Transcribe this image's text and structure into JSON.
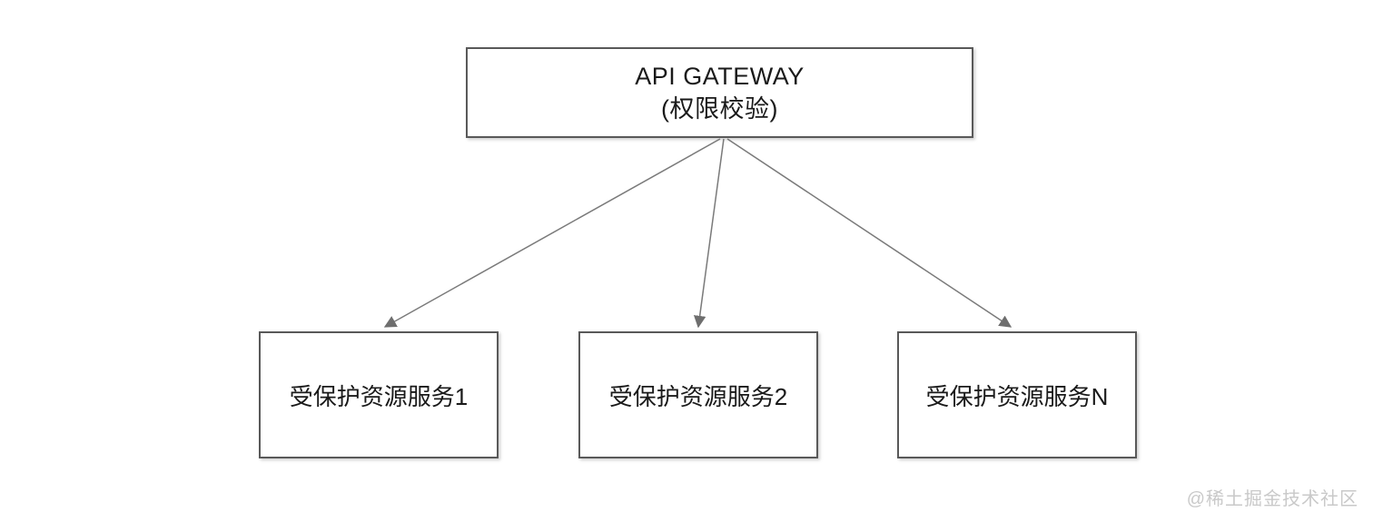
{
  "diagram": {
    "gateway_node": {
      "line1": "API GATEWAY",
      "line2": "(权限校验)"
    },
    "service_nodes": [
      {
        "label": "受保护资源服务1"
      },
      {
        "label": "受保护资源服务2"
      },
      {
        "label": "受保护资源服务N"
      }
    ],
    "edges": [
      {
        "from": "api-gateway",
        "to": "service-1"
      },
      {
        "from": "api-gateway",
        "to": "service-2"
      },
      {
        "from": "api-gateway",
        "to": "service-n"
      }
    ],
    "colors": {
      "box_border": "#595959",
      "box_fill": "#ffffff",
      "text": "#1a1a1a",
      "arrow_line": "#7a7a7a",
      "arrow_head": "#6e6e6e",
      "background": "#ffffff",
      "watermark": "#c9c9c9"
    }
  },
  "watermark": {
    "text": "@稀土掘金技术社区"
  }
}
